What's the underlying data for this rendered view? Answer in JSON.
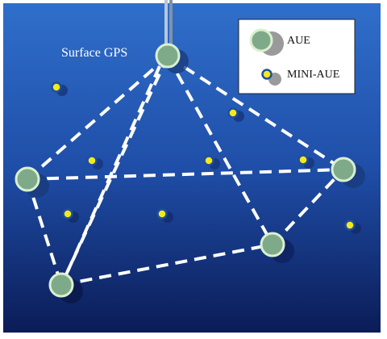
{
  "labels": {
    "surface_gps": "Surface GPS"
  },
  "legend": {
    "aue_label": "AUE",
    "mini_aue_label": "MINI-AUE"
  },
  "colors": {
    "ocean_top": "#2f6fcb",
    "ocean_bottom": "#0b1c57",
    "aue_fill": "#7faa8a",
    "aue_ring": "#d9f0cf",
    "mini_aue_fill": "#f4ea1a",
    "mini_aue_ring": "#1e4fa0",
    "link": "#ffffff"
  },
  "icons": {
    "aue": "aue-node-icon",
    "mini_aue": "mini-aue-node-icon",
    "buoy": "surface-gps-buoy-icon"
  }
}
